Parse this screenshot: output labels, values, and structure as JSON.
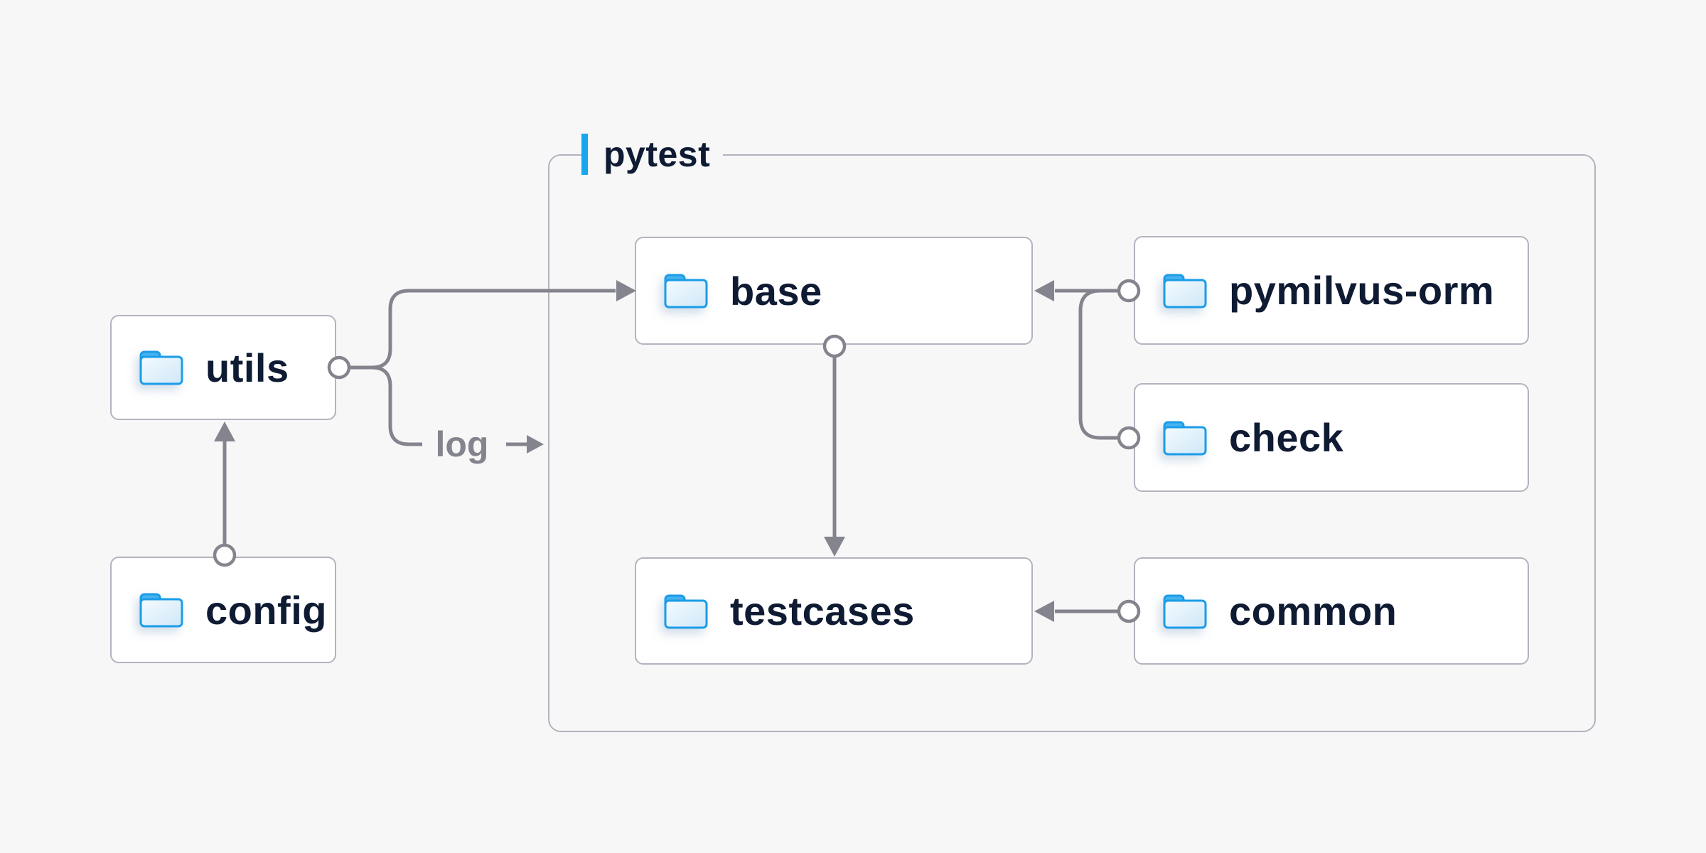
{
  "diagram": {
    "group": {
      "label": "pytest"
    },
    "nodes": [
      {
        "id": "utils",
        "label": "utils"
      },
      {
        "id": "config",
        "label": "config"
      },
      {
        "id": "base",
        "label": "base"
      },
      {
        "id": "testcases",
        "label": "testcases"
      },
      {
        "id": "pymilvus-orm",
        "label": "pymilvus-orm"
      },
      {
        "id": "check",
        "label": "check"
      },
      {
        "id": "common",
        "label": "common"
      }
    ],
    "edge_labels": {
      "log": "log"
    },
    "edges": [
      {
        "from": "config",
        "to": "utils",
        "type": "arrow"
      },
      {
        "from": "utils",
        "to": "base",
        "type": "arrow"
      },
      {
        "from": "utils",
        "to": "log",
        "type": "labeled-arrow"
      },
      {
        "from": "pymilvus-orm",
        "to": "base",
        "type": "arrow"
      },
      {
        "from": "check",
        "to": "base",
        "type": "arrow-join"
      },
      {
        "from": "base",
        "to": "testcases",
        "type": "arrow"
      },
      {
        "from": "common",
        "to": "testcases",
        "type": "arrow"
      }
    ],
    "colors": {
      "background": "#f7f7f8",
      "node_fill": "#ffffff",
      "node_border": "#b3b3bf",
      "container_border": "#b3b3bf",
      "edge": "#84848e",
      "node_text": "#0f1b33",
      "edge_label_text": "#84848e",
      "accent_bar": "#16a7f0",
      "folder_stroke": "#1b9ce8",
      "folder_tab": "#47b3ee",
      "folder_fill_light": "#f4fbfe",
      "folder_fill_dark": "#cfe7f8"
    }
  }
}
